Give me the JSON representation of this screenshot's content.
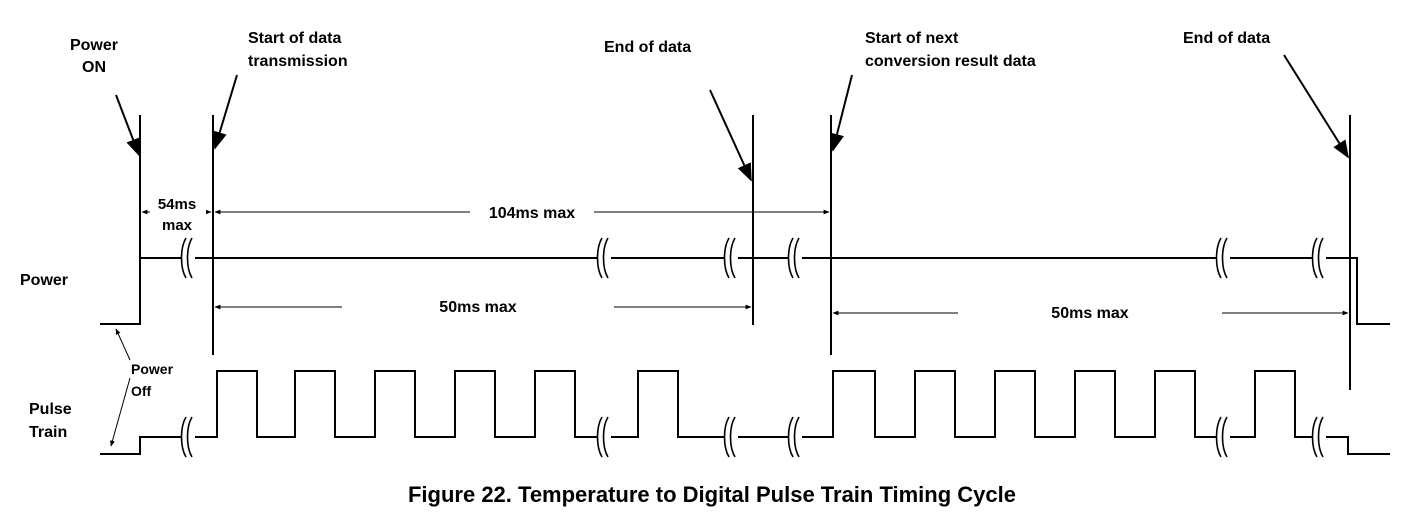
{
  "caption": "Figure 22.  Temperature to Digital Pulse Train Timing Cycle",
  "annotations": {
    "power_on": [
      "Power",
      "ON"
    ],
    "start_of_data": [
      "Start of data",
      "transmission"
    ],
    "end_of_data_1": "End of data",
    "start_of_next": [
      "Start of next",
      "conversion result data"
    ],
    "end_of_data_2": "End of data",
    "power_off": [
      "Power",
      "Off"
    ]
  },
  "signals": {
    "power": "Power",
    "pulse_train": [
      "Pulse",
      "Train"
    ]
  },
  "timings": {
    "t1": [
      "54ms",
      "max"
    ],
    "t2": "104ms max",
    "t3": "50ms max",
    "t4": "50ms max"
  }
}
